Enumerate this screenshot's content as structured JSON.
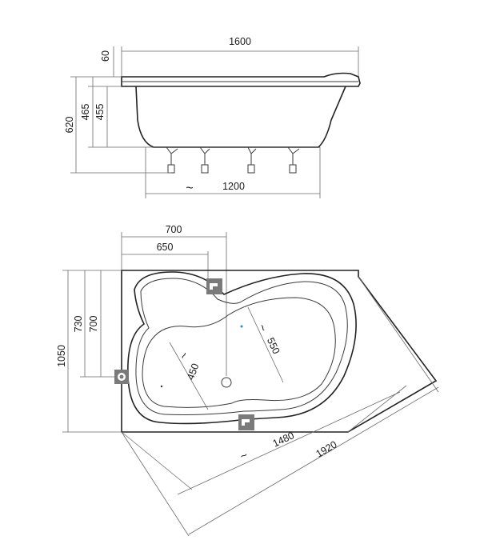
{
  "side_view": {
    "dims": {
      "total_length": "1600",
      "rim_height": "60",
      "height_total": "620",
      "height_465": "465",
      "height_455": "455",
      "base_length": "1200",
      "approx": "~"
    }
  },
  "top_view": {
    "dims": {
      "width_700": "700",
      "width_650": "650",
      "height_1050": "1050",
      "height_730": "730",
      "height_700": "700",
      "inner_550": "550",
      "inner_450": "450",
      "diag_1480": "1480",
      "diag_1920": "1920",
      "approx_inner": "~",
      "approx_diag": "~"
    }
  }
}
